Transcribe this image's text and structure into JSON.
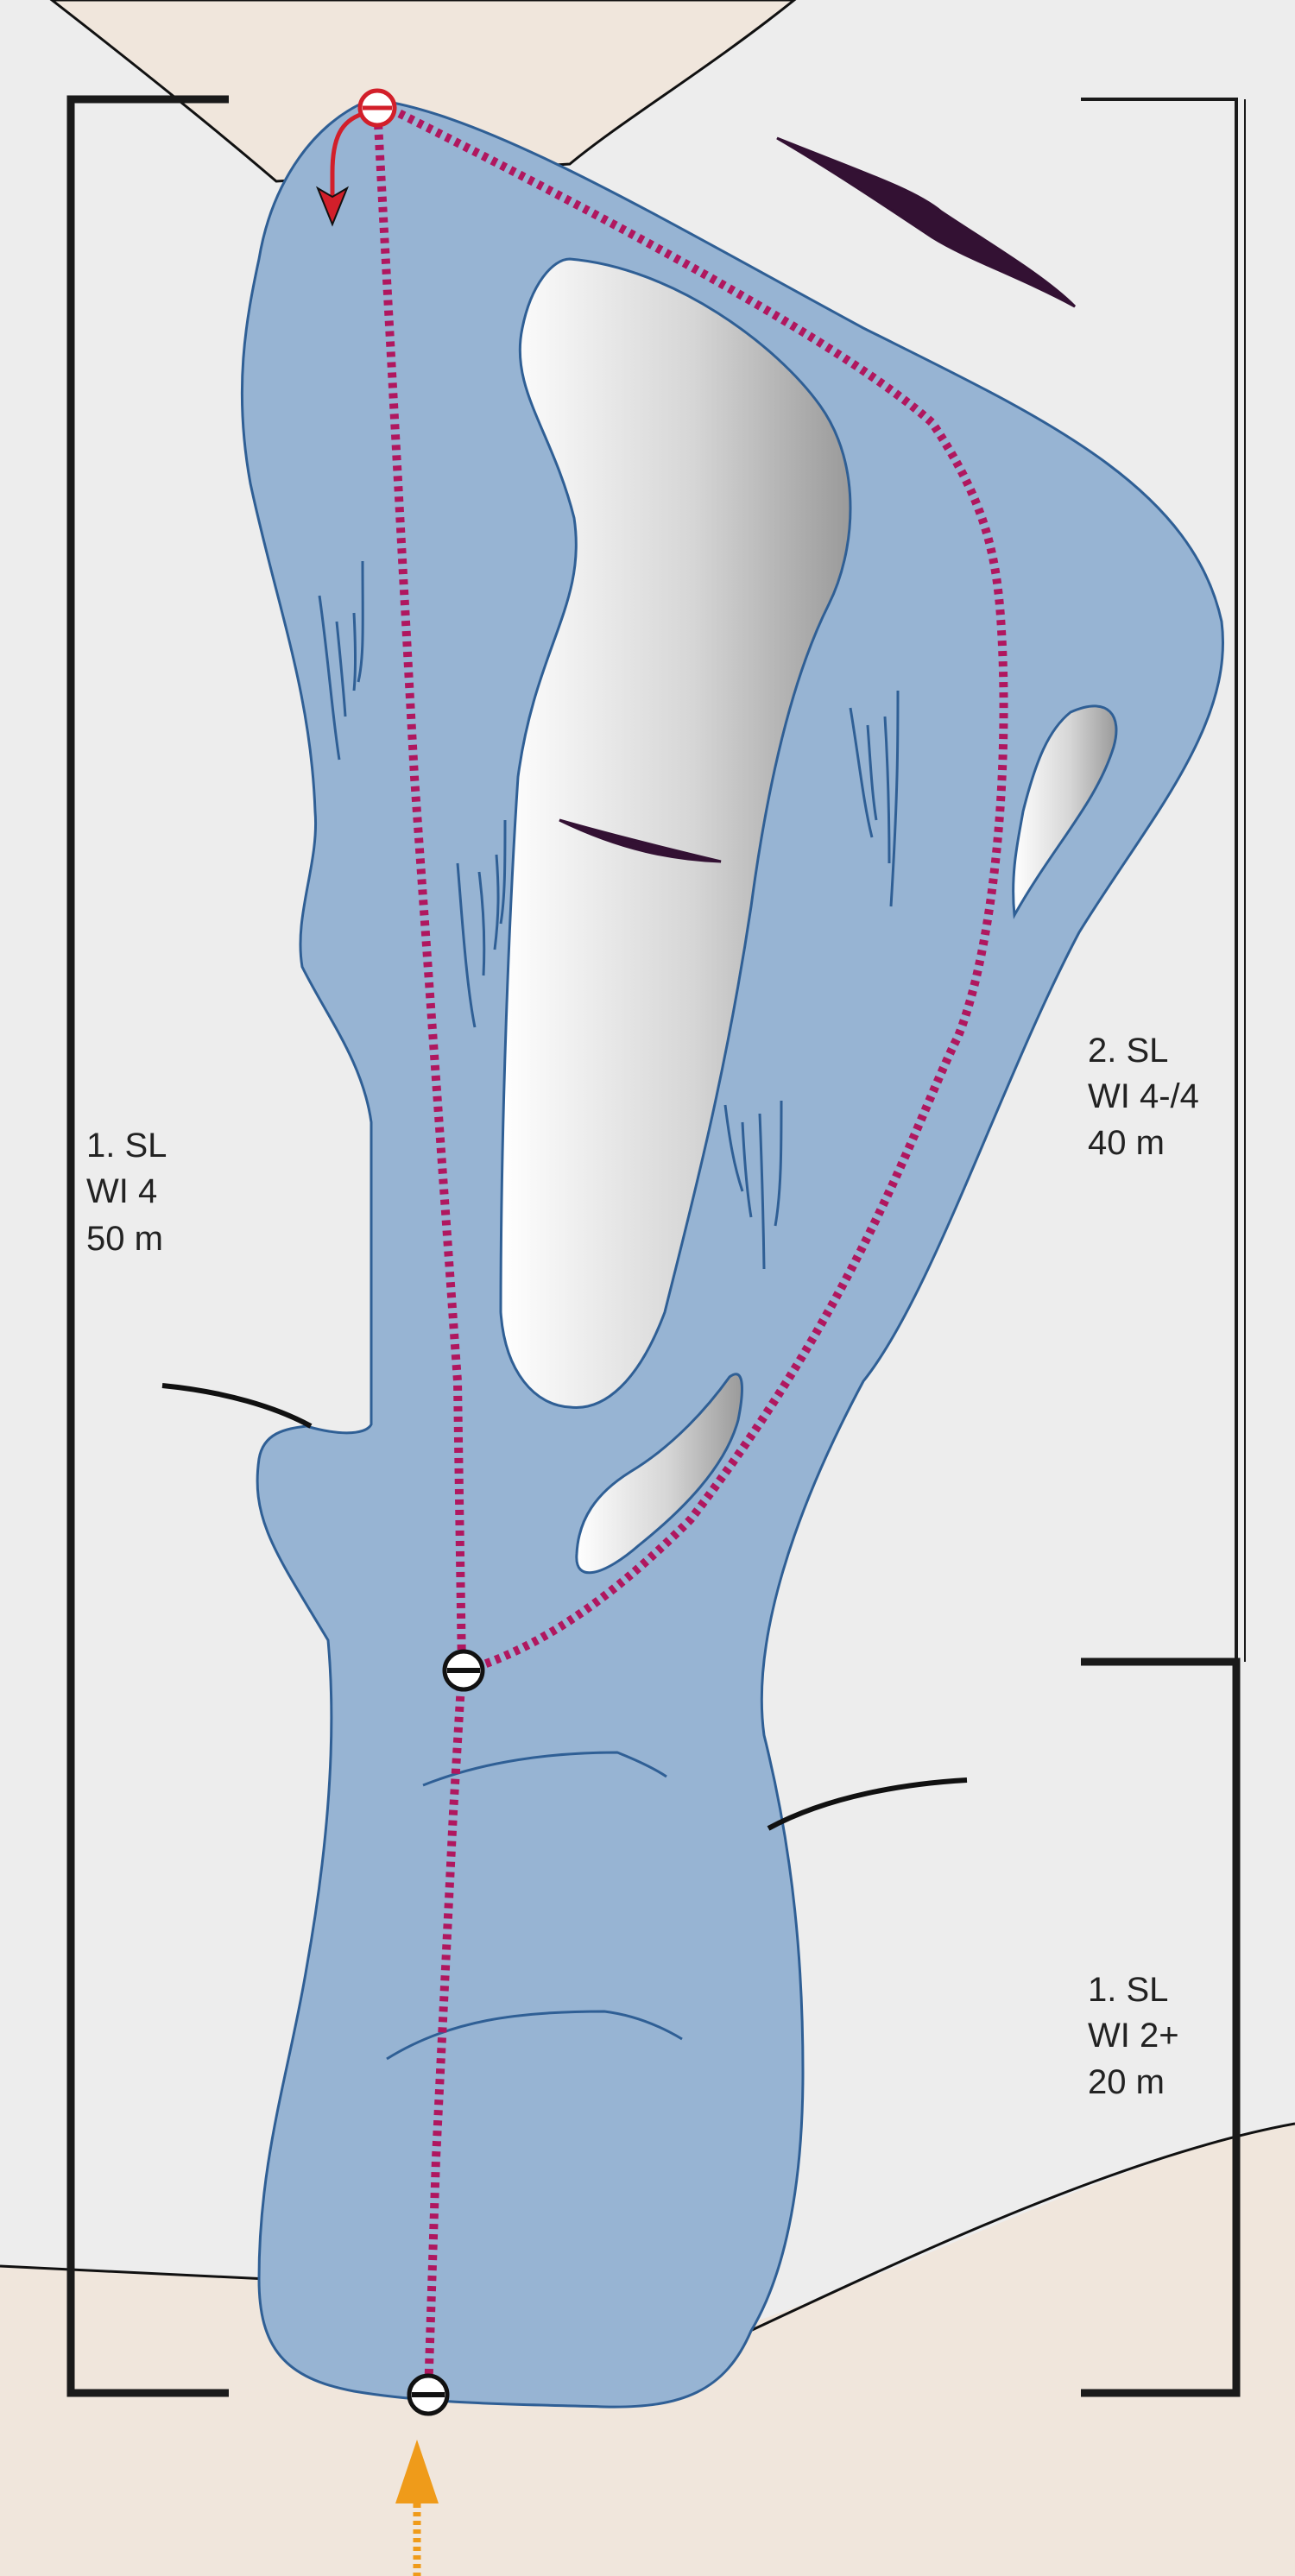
{
  "colors": {
    "background": "#ededed",
    "ground": "#f0e6dc",
    "ice": "#97b4d3",
    "ice_outline": "#2f5f95",
    "route": "#b0175f",
    "bracket": "#1a1a1a",
    "descent_arrow": "#d21f2a",
    "approach_arrow": "#ef9b1a"
  },
  "left_route": {
    "pitch": "1. SL",
    "grade": "WI 4",
    "length": "50 m"
  },
  "right_route": {
    "pitch2": {
      "pitch": "2. SL",
      "grade": "WI 4-/4",
      "length": "40 m"
    },
    "pitch1": {
      "pitch": "1. SL",
      "grade": "WI 2+",
      "length": "20 m"
    }
  },
  "icons": {
    "top_anchor": "red-rappel-anchor",
    "mid_belay": "belay-station",
    "bottom_belay": "belay-station",
    "descent": "rappel-arrow",
    "approach": "approach-arrow"
  }
}
